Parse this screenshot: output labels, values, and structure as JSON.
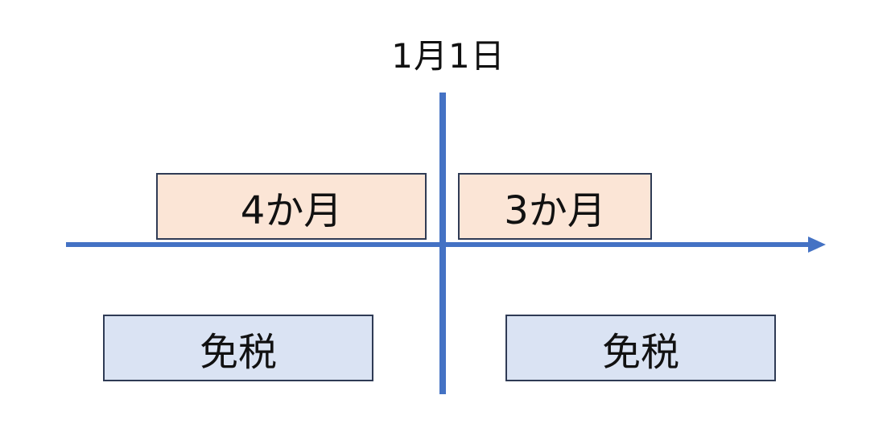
{
  "date_label": "1月1日",
  "periods": {
    "before": "4か月",
    "after": "3か月"
  },
  "tax_status": {
    "before": "免税",
    "after": "免税"
  },
  "colors": {
    "axis": "#4472c4",
    "period_fill": "#fbe5d6",
    "tax_fill": "#dae3f3",
    "box_border": "#2f3b55"
  }
}
